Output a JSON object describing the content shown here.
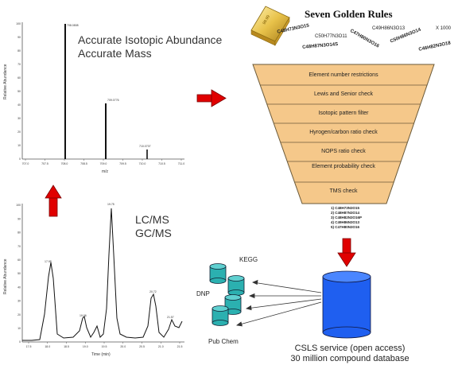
{
  "ms_panel": {
    "heading_line1": "Accurate Isotopic Abundance",
    "heading_line2": "Accurate Mass",
    "ylabel": "Relative Abundance",
    "xlabel": "m/z",
    "yticks": [
      "0",
      "10",
      "20",
      "30",
      "40",
      "50",
      "60",
      "70",
      "80",
      "90",
      "100"
    ],
    "xticks": [
      "707.0",
      "707.5",
      "708.0",
      "708.5",
      "709.0",
      "709.5",
      "710.0",
      "710.5",
      "711.0"
    ],
    "peak_labels": [
      "708.0808",
      "709.0776",
      "710.0707"
    ]
  },
  "chrom_panel": {
    "heading_line1": "LC/MS",
    "heading_line2": "GC/MS",
    "ylabel": "Relative Abundance",
    "xlabel": "Time (min)",
    "yticks": [
      "0",
      "10",
      "20",
      "30",
      "40",
      "50",
      "60",
      "70",
      "80",
      "90",
      "100"
    ],
    "xticks": [
      "17.5",
      "18.0",
      "18.5",
      "19.0",
      "19.5",
      "20.0",
      "20.5",
      "21.0",
      "21.5"
    ],
    "peak_labels": [
      "17.98",
      "19.06",
      "19.75",
      "20.72",
      "21.57"
    ]
  },
  "rules": {
    "title": "Seven Golden Rules",
    "gold_bar_label": "99.99",
    "formulas": [
      "C48H73N3O15",
      "C50H77N3O11",
      "C47H80N3O16",
      "C49H86N3O13",
      "C50H86N3O14",
      "C48H87N3O14S",
      "C46H82N3O18",
      "X 1000"
    ],
    "steps": [
      "Element number restrictions",
      "Lewis and Senior check",
      "Isotopic pattern filter",
      "Hyrogen/carbon ratio check",
      "NOPS ratio check",
      "Element probability check",
      "TMS check"
    ],
    "results": [
      "1) C48H73N3O15",
      "2) C48H87N3O14",
      "3) C48H82N3O16P",
      "4) C49H86N3O13",
      "5) C47H80N3O16"
    ]
  },
  "databases": {
    "labels": [
      "KEGG",
      "DNP",
      "Pub Chem"
    ],
    "service_line1": "CSLS service (open access)",
    "service_line2": "30 million compound database"
  },
  "colors": {
    "funnel": "#f5c88a",
    "arrow": "#e00000",
    "cylinder": "#2bb0b0",
    "big_cylinder": "#1f5ff0",
    "gold": "#e8c24a"
  }
}
